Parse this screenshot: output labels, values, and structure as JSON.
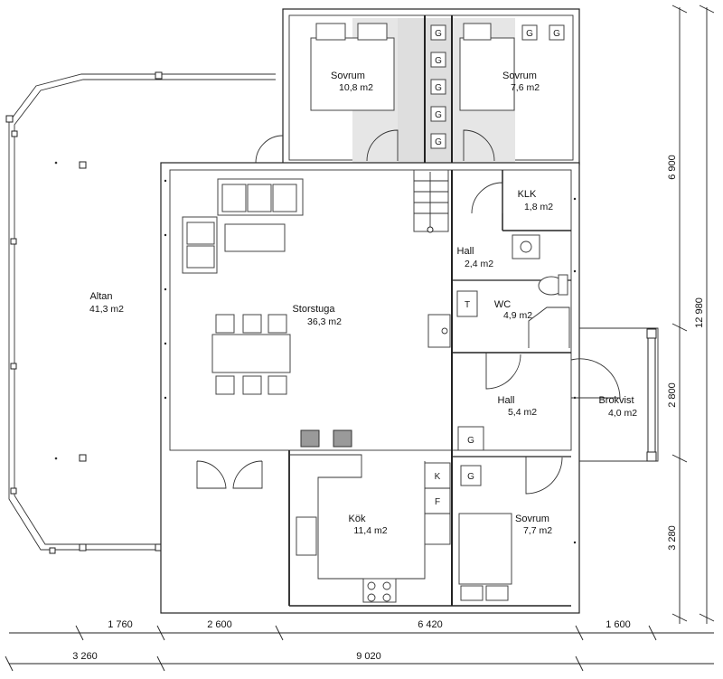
{
  "rooms": {
    "altan": {
      "name": "Altan",
      "area": "41,3 m2"
    },
    "storstuga": {
      "name": "Storstuga",
      "area": "36,3 m2"
    },
    "sovrum1": {
      "name": "Sovrum",
      "area": "10,8 m2"
    },
    "sovrum2": {
      "name": "Sovrum",
      "area": "7,6 m2"
    },
    "klk": {
      "name": "KLK",
      "area": "1,8 m2"
    },
    "hall1": {
      "name": "Hall",
      "area": "2,4 m2"
    },
    "wc": {
      "name": "WC",
      "area": "4,9 m2"
    },
    "hall2": {
      "name": "Hall",
      "area": "5,4 m2"
    },
    "brokvist": {
      "name": "Brokvist",
      "area": "4,0 m2"
    },
    "kok": {
      "name": "Kök",
      "area": "11,4 m2"
    },
    "sovrum3": {
      "name": "Sovrum",
      "area": "7,7 m2"
    }
  },
  "fixtures": {
    "wardrobe": "G",
    "t": "T",
    "k": "K",
    "f": "F"
  },
  "dimensions": {
    "bottom_row1": [
      "1 760",
      "2 600",
      "6 420",
      "1 600"
    ],
    "bottom_row2": [
      "3 260",
      "9 020"
    ],
    "right_col1": [
      "6 900",
      "2 800",
      "3 280"
    ],
    "right_total": "12 980"
  }
}
